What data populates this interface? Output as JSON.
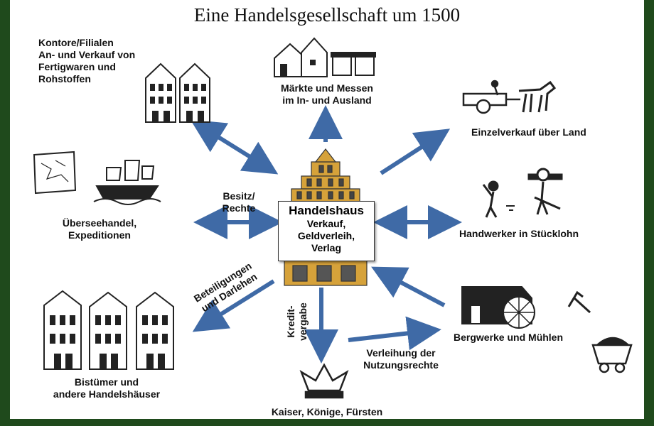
{
  "title": "Eine Handelsgesellschaft um 1500",
  "center": {
    "title": "Handelshaus",
    "subtitle": "Verkauf,\nGeldverleih,\nVerlag"
  },
  "nodes": {
    "kontore": "Kontore/Filialen\nAn- und Verkauf von\nFertigwaren und\nRohstoffen",
    "maerkte": "Märkte und Messen\nim In- und Ausland",
    "einzelverkauf": "Einzelverkauf über Land",
    "handwerker": "Handwerker in Stücklohn",
    "bergwerke": "Bergwerke und Mühlen",
    "kaiser": "Kaiser, Könige, Fürsten",
    "bistuemer": "Bistümer und\nandere Handelshäuser",
    "uebersee": "Überseehandel,\nExpeditionen"
  },
  "edges": {
    "besitz": "Besitz/\nRechte",
    "beteiligungen": "Beteiligungen\nund Darlehen",
    "kredit": "Kredit-\nvergabe",
    "verleihung": "Verleihung der\nNutzungsrechte"
  },
  "colors": {
    "arrow": "#3f6aa6",
    "building": "#d6a23a",
    "frame": "#1f4a1c"
  },
  "icons": [
    "townhouse-icon",
    "market-stall-icon",
    "horse-cart-icon",
    "ship-icon",
    "map-icon",
    "craftsmen-icon",
    "water-mill-icon",
    "mine-cart-icon",
    "crown-icon",
    "guild-hall-icon"
  ]
}
